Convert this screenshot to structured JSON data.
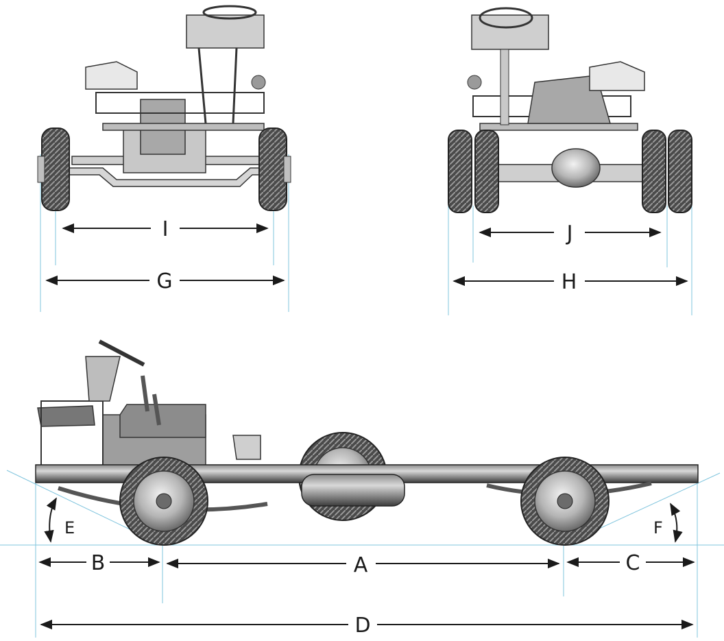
{
  "labels": {
    "A": "A",
    "B": "B",
    "C": "C",
    "D": "D",
    "E": "E",
    "F": "F",
    "G": "G",
    "H": "H",
    "I": "I",
    "J": "J"
  },
  "colors": {
    "guide_line": "#7fc4dd",
    "dimension_arrow": "#1a1a1a",
    "frame": "#4a4a4a",
    "tire": "#3a3a3a",
    "rim": "#b9b9b9",
    "metal_light": "#d6d6d6"
  }
}
